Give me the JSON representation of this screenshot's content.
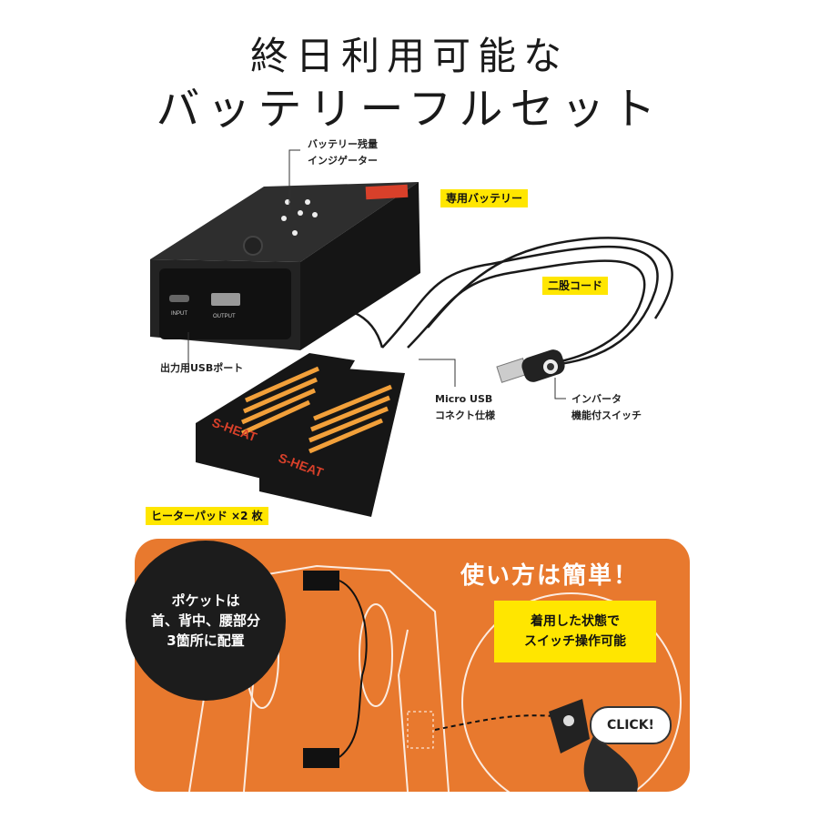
{
  "title": {
    "line1": "終日利用可能な",
    "line2": "バッテリーフルセット"
  },
  "labels": {
    "battery_indicator_line1": "バッテリー残量",
    "battery_indicator_line2": "インジゲーター",
    "dedicated_battery": "専用バッテリー",
    "split_cord": "二股コード",
    "usb_output_port": "出力用USBポート",
    "micro_usb_line1": "Micro USB",
    "micro_usb_line2": "コネクト仕様",
    "inverter_line1": "インバータ",
    "inverter_line2": "機能付スイッチ",
    "heater_pads": "ヒーターパッド ×2 枚",
    "input_port": "INPUT",
    "output_port": "OUTPUT",
    "pad_brand": "S-HEAT"
  },
  "usage": {
    "pocket_line1": "ポケットは",
    "pocket_line2": "首、背中、腰部分",
    "pocket_line3": "3箇所に配置",
    "easy_title": "使い方は簡単！",
    "switch_line1": "着用した状態で",
    "switch_line2": "スイッチ操作可能",
    "click": "CLICK!"
  },
  "colors": {
    "accent_yellow": "#ffe600",
    "panel_orange": "#e8792e",
    "bubble_black": "#1c1c1c"
  }
}
